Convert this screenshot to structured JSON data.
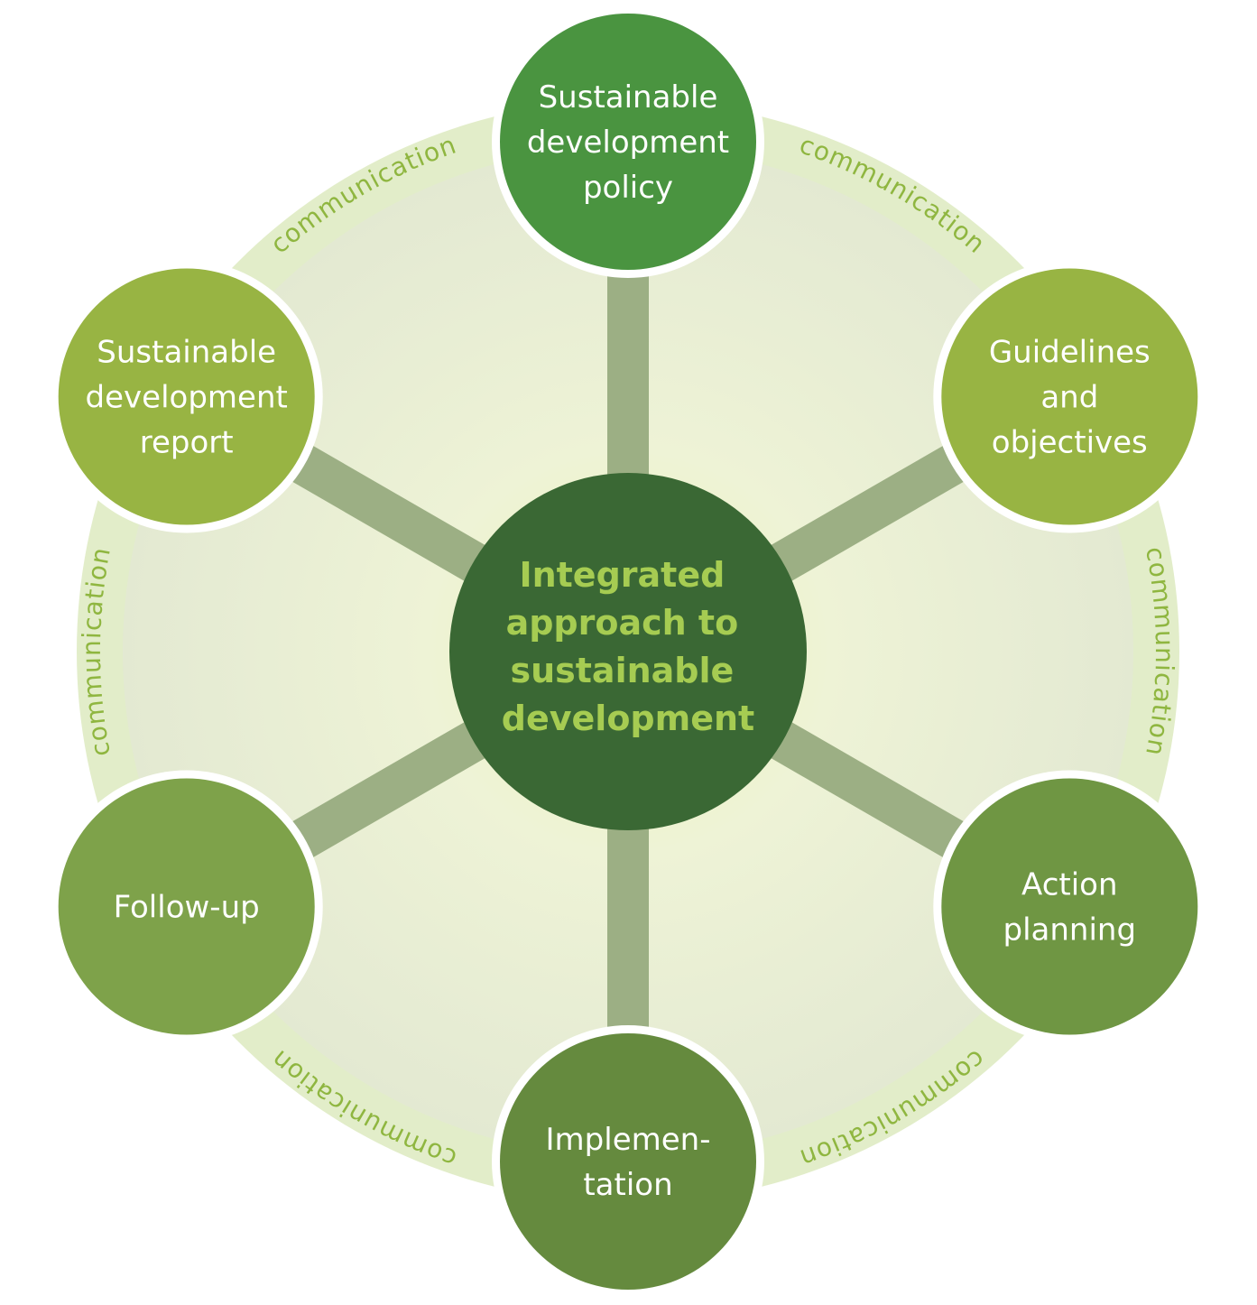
{
  "hub": {
    "lines": [
      "Integrated",
      "approach to",
      "sustainable",
      "development"
    ],
    "fill": "#3a6834",
    "text_color": "#a6cc52"
  },
  "nodes": [
    {
      "id": "sustainable-development-policy",
      "lines": [
        "Sustainable",
        "development",
        "policy"
      ],
      "fill": "#4a9440"
    },
    {
      "id": "guidelines-and-objectives",
      "lines": [
        "Guidelines",
        "and",
        "objectives"
      ],
      "fill": "#98b443"
    },
    {
      "id": "action-planning",
      "lines": [
        "Action",
        "planning"
      ],
      "fill": "#6f9643"
    },
    {
      "id": "implementation",
      "lines": [
        "Implemen-",
        "tation"
      ],
      "fill": "#658a3e"
    },
    {
      "id": "follow-up",
      "lines": [
        "Follow-up"
      ],
      "fill": "#7ea24a"
    },
    {
      "id": "sustainable-development-report",
      "lines": [
        "Sustainable",
        "development",
        "report"
      ],
      "fill": "#98b443"
    }
  ],
  "ring": {
    "labels": [
      "communication",
      "communication",
      "communication",
      "communication",
      "communication",
      "communication"
    ],
    "band_color": "#e2edc9",
    "text_color": "#8fb640"
  },
  "spoke_color": "#9caf84"
}
